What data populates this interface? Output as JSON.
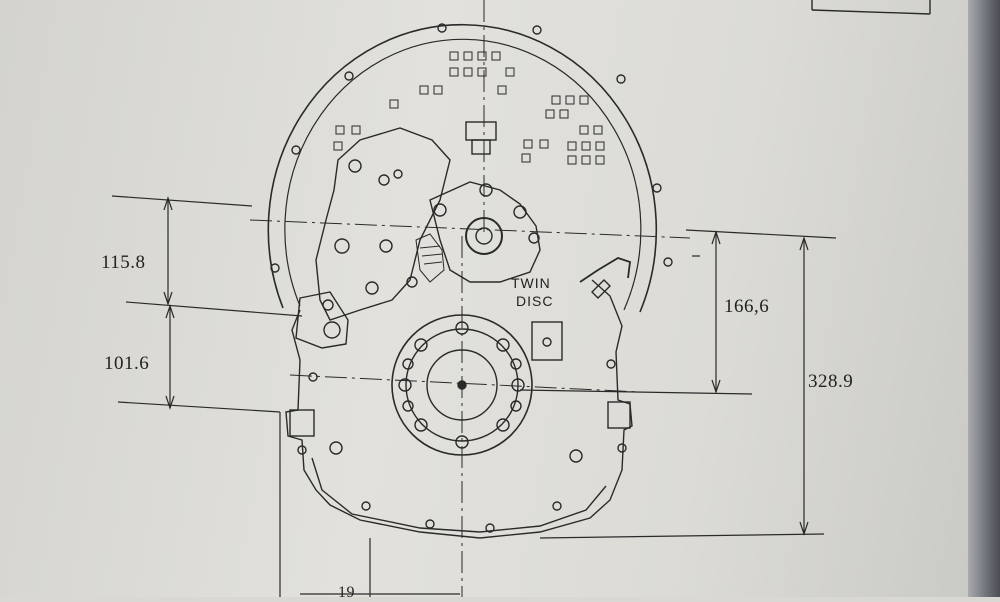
{
  "dimensions": {
    "d1": "115.8",
    "d2": "101.6",
    "d3": "166,6",
    "d4": "328.9",
    "d5": "19"
  },
  "brand": {
    "line1": "TWIN",
    "line2": "DISC"
  }
}
